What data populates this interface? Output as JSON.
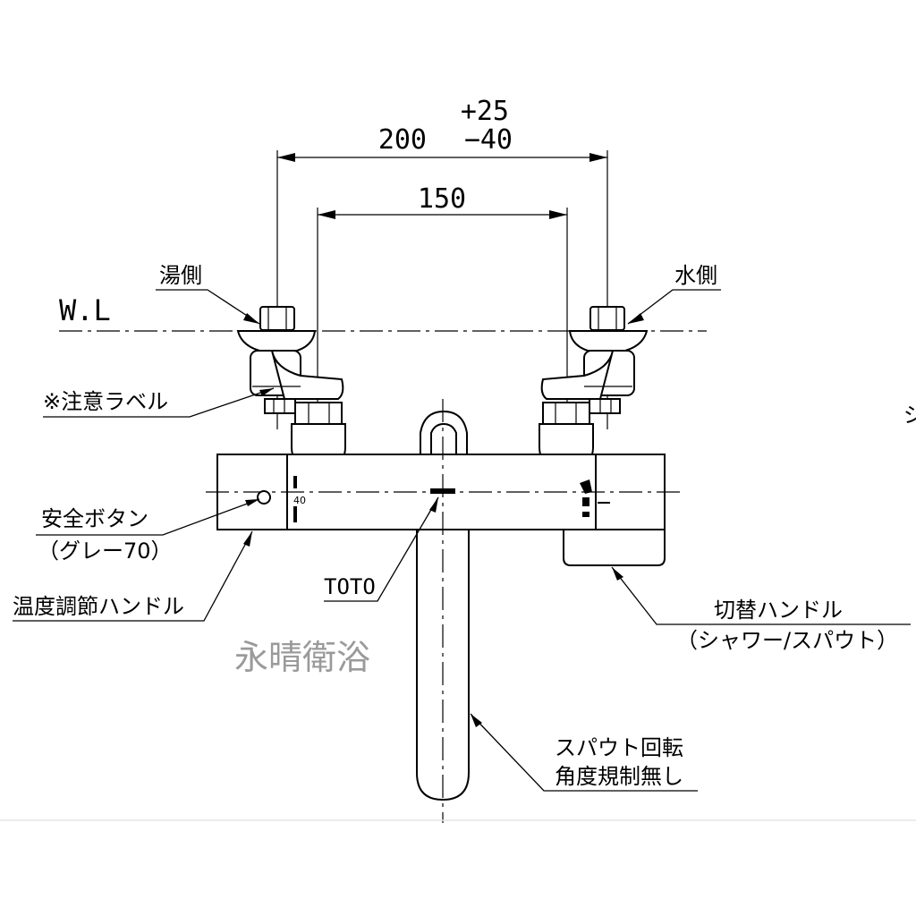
{
  "dimensions": {
    "outer_main": "200",
    "outer_plus": "+25",
    "outer_minus": "−40",
    "inner": "150"
  },
  "waterline": "W.L",
  "labels": {
    "hot_side": "湯側",
    "cold_side": "水側",
    "caution_label": "※注意ラベル",
    "safety_button": "安全ボタン",
    "safety_button_color": "（グレー70）",
    "temp_handle": "温度調節ハンドル",
    "brand": "TOTO",
    "switch_handle": "切替ハンドル",
    "switch_handle_sub": "（シャワー/スパウト）",
    "spout_rotation_line1": "スパウト回転",
    "spout_rotation_line2": "角度規制無し",
    "dial_mark": "40",
    "edge_fragment": "ジ"
  },
  "watermark": "永晴衛浴"
}
